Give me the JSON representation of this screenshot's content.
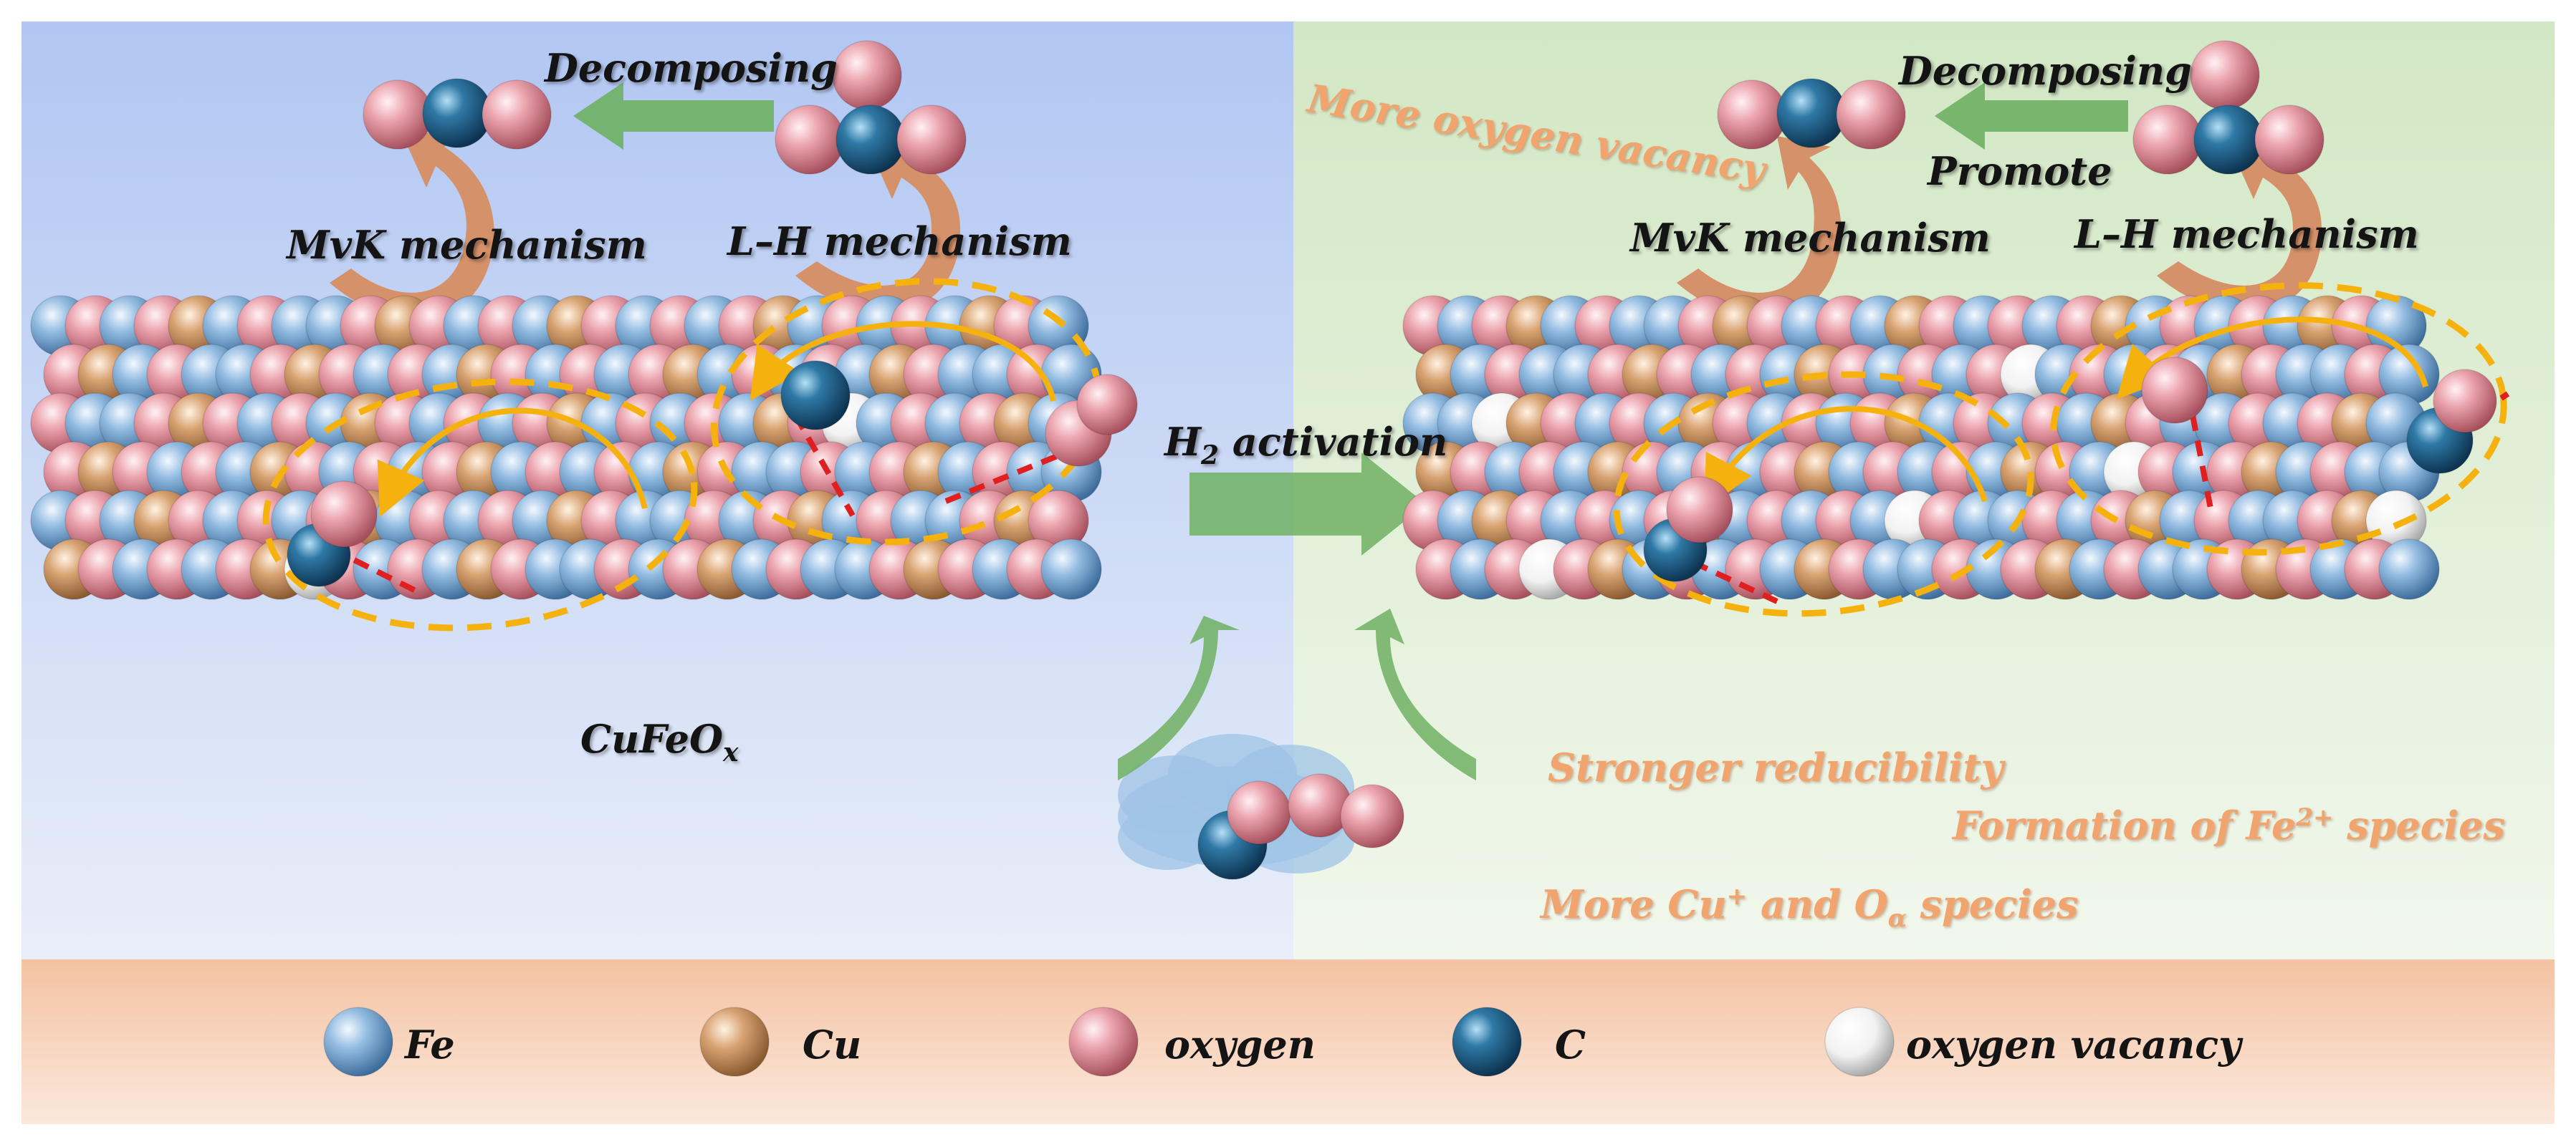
{
  "left_panel": {
    "label_decomposing": "Decomposing",
    "label_mvk": "MvK mechanism",
    "label_lh": "L–H mechanism",
    "catalyst": {
      "base": "CuFeO",
      "subscript": "x"
    }
  },
  "right_panel": {
    "label_decomposing": "Decomposing",
    "label_promote": "Promote",
    "label_mvk": "MvK mechanism",
    "label_lh": "L–H mechanism",
    "label_more_vacancy": "More oxygen vacancy",
    "effect_reducibility": "Stronger reducibility",
    "effect_fe2": {
      "prefix": "Formation of Fe",
      "superscript": "2+",
      "suffix": " species"
    },
    "effect_cu": {
      "prefix": "More Cu",
      "superscript": "+",
      "middle": " and O",
      "subscript": "α",
      "suffix": " species"
    }
  },
  "center": {
    "activation": {
      "prefix": "H",
      "subscript": "2",
      "suffix": " activation"
    }
  },
  "legend": [
    {
      "key": "fe",
      "label": "Fe",
      "color": "#86b2db"
    },
    {
      "key": "cu",
      "label": "Cu",
      "color": "#d6a06c"
    },
    {
      "key": "oxygen",
      "label": "oxygen",
      "color": "#e89aa6"
    },
    {
      "key": "c",
      "label": "C",
      "color": "#2c6f9a"
    },
    {
      "key": "vacancy",
      "label": "oxygen vacancy",
      "color": "#f4f4f4"
    }
  ],
  "colors": {
    "left_background_top": "#b4c8f2",
    "right_background_top": "#d4e8c6",
    "legend_band": "#f6cdb3",
    "path_arrow": "#f5b20e",
    "green_arrow": "#6eb063",
    "tan_arrow": "#d49470",
    "bond_line": "#e02020"
  }
}
